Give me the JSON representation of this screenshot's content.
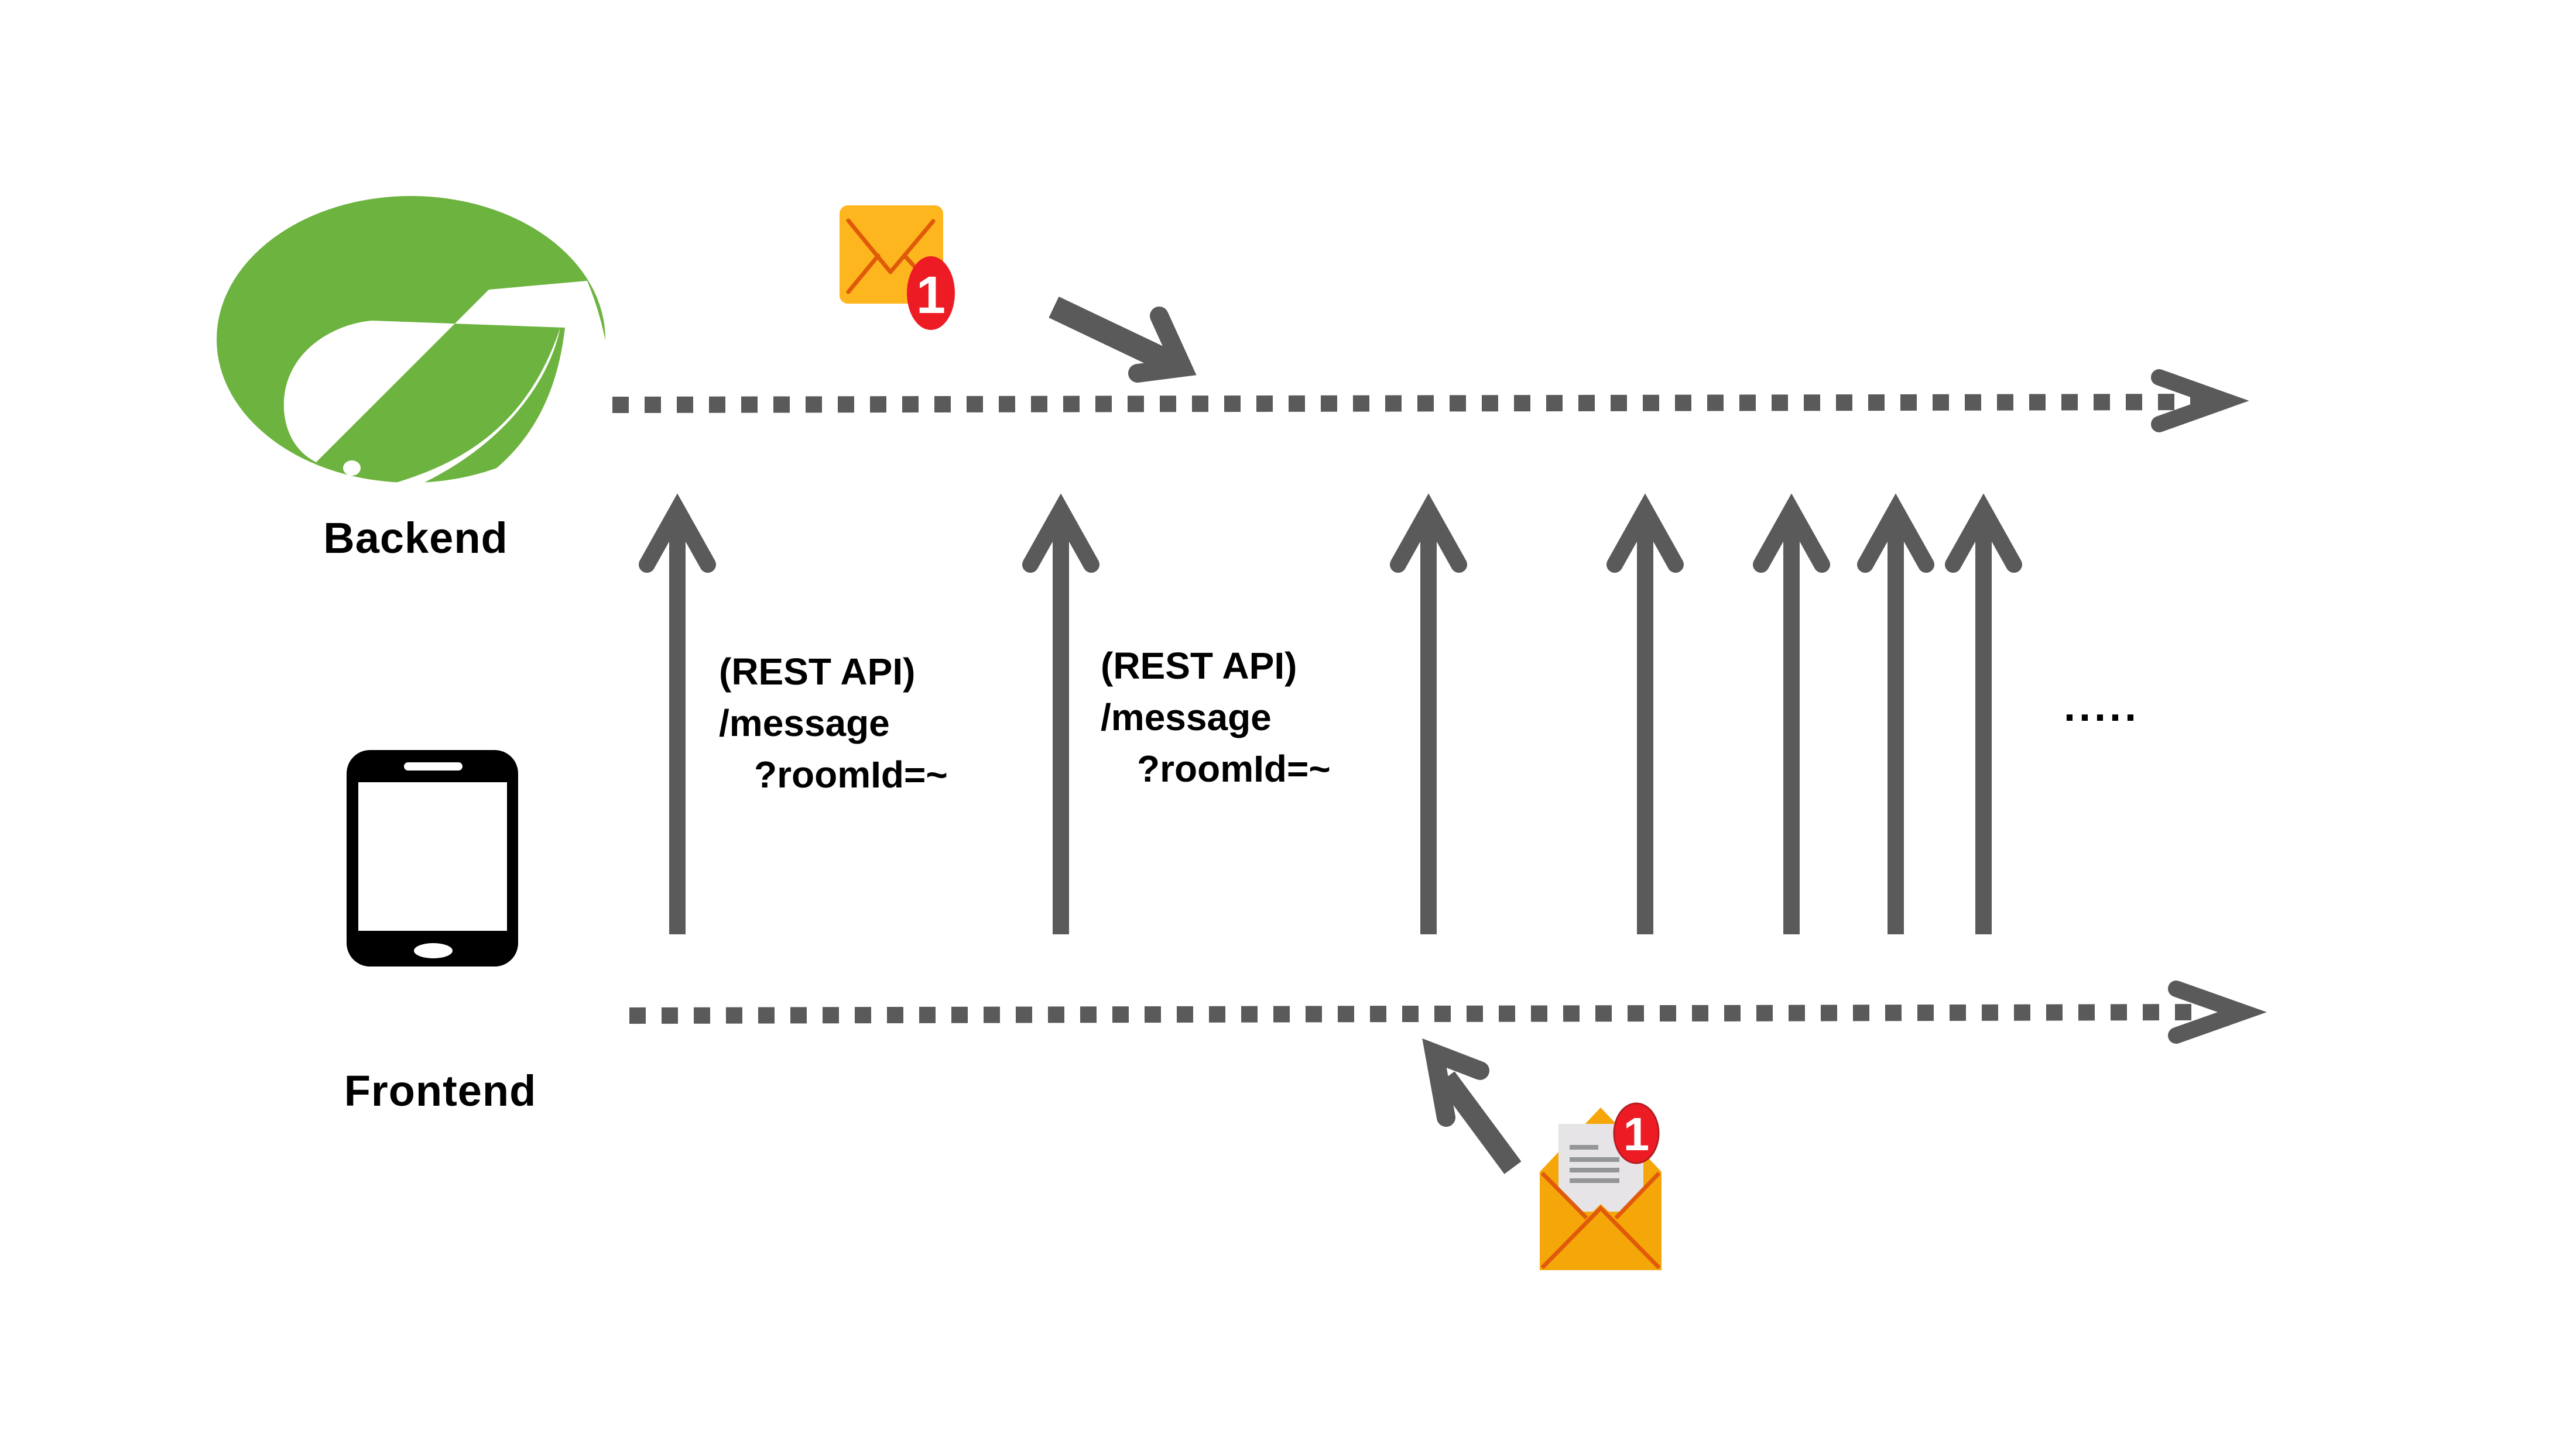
{
  "diagram": {
    "type": "polling-sequence",
    "nodes": {
      "backend": {
        "label": "Backend",
        "icon": "spring-leaf-icon",
        "color": "#6db33f"
      },
      "frontend": {
        "label": "Frontend",
        "icon": "smartphone-icon",
        "color": "#000000"
      }
    },
    "requests": [
      {
        "label_lines": [
          "(REST API)",
          "/message",
          "?roomId=~"
        ]
      },
      {
        "label_lines": [
          "(REST API)",
          "/message",
          "?roomId=~"
        ]
      },
      {
        "label_lines": []
      },
      {
        "label_lines": []
      },
      {
        "label_lines": []
      },
      {
        "label_lines": []
      },
      {
        "label_lines": []
      }
    ],
    "continuation": ".....",
    "incoming_message": {
      "icon": "closed-envelope-icon",
      "badge": "1"
    },
    "delivered_message": {
      "icon": "open-envelope-icon",
      "badge": "1"
    },
    "colors": {
      "arrow": "#5a5a5a",
      "envelope": "#fdb61e",
      "envelope_open": "#f5a70a",
      "envelope_line": "#e05a0a",
      "badge": "#ed1c24",
      "letter": "#e6e4e6",
      "letter_lines": "#939598"
    }
  }
}
